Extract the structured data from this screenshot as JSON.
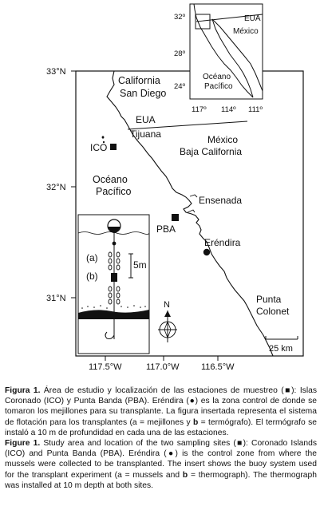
{
  "map": {
    "lat_labels": [
      "33°N",
      "32°N",
      "31°N"
    ],
    "lon_labels": [
      "117.5°W",
      "117.0°W",
      "116.5°W"
    ],
    "places": {
      "california": "California",
      "san_diego": "San Diego",
      "eua": "EUA",
      "tijuana": "Tijuana",
      "mexico": "México",
      "baja_california": "Baja California",
      "oceano": "Océano",
      "pacifico": "Pacífico",
      "ensenada": "Ensenada",
      "erendira": "Eréndira",
      "punta": "Punta",
      "colonet": "Colonet"
    },
    "stations": {
      "ico": "ICO",
      "pba": "PBA"
    },
    "north_label": "N",
    "scale_label": "25 km"
  },
  "inset": {
    "lat_labels": [
      "32º",
      "28º",
      "24º"
    ],
    "lon_labels": [
      "117º",
      "114º",
      "111º"
    ],
    "eua": "EUA",
    "mexico": "México",
    "oceano": "Océano",
    "pacifico": "Pacífico"
  },
  "buoy_insert": {
    "label_a": "(a)",
    "label_b": "(b)",
    "depth_label": "5m"
  },
  "caption": {
    "es_title": "Figura 1.",
    "es_text_1": " Área de estudio y localización de las estaciones de muestreo (■): Islas Coronado (ICO) y Punta Banda (PBA). Eréndira (●) es la zona control de donde se tomaron los mejillones para su transplante. La figura insertada representa el sistema de flotación para los transplantes (a = mejillones y ",
    "es_b": "b",
    "es_text_2": " = termógrafo). El termógrafo se instaló a 10 m de profundidad en cada una de las estaciones.",
    "en_title": "Figure 1.",
    "en_text_1": " Study area and location of the two sampling sites (■): Coronado Islands (ICO) and Punta Banda (PBA). Eréndira (●) is the control zone from where the mussels were collected to be transplanted. The insert shows the buoy system used for the transplant experiment (a = mussels and ",
    "en_b": "b",
    "en_text_2": " = thermograph). The thermograph was installed at 10 m depth at both sites."
  }
}
